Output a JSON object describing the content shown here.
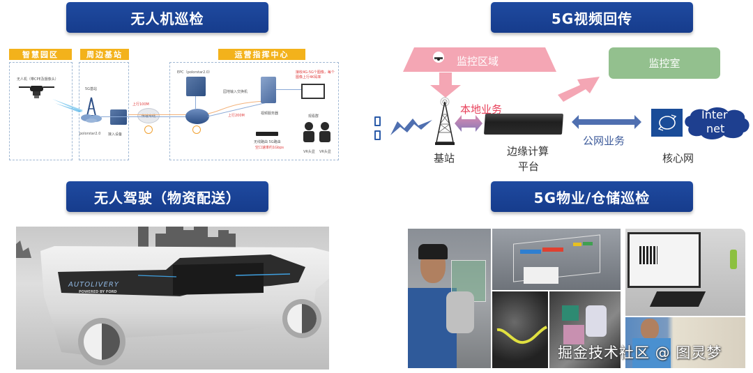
{
  "panels": {
    "drone_inspection": {
      "title": "无人机巡检",
      "sections": [
        {
          "label": "智慧园区"
        },
        {
          "label": "周边基站"
        },
        {
          "label": "运营指挥中心"
        }
      ],
      "labels": {
        "drone": "无人机（带CPE及摄像头）",
        "gnb": "5G基站",
        "polorstar": "polorstar2.0",
        "access_device": "接入设备",
        "uplink_1": "上行100M",
        "transport": "传输专线",
        "epc": "EPC（polorstar2.0）",
        "local_switch": "园地输入交换机",
        "uplink_2": "上行200M",
        "video_server": "视频服务器",
        "screen_note": "接收4G-5G个图像，每个图像上行4K码率",
        "observers": "观看群",
        "wireless_router": "无线路由 5G路由",
        "downlink_note": "空口速率约1Gbps",
        "vr_1": "VR头显",
        "vr_2": "VR头显"
      }
    },
    "video_backhaul": {
      "title": "5G视频回传",
      "monitor_area": "监控区域",
      "monitor_room": "监控室",
      "local_service": "本地业务",
      "base_station": "基站",
      "edge_platform_line1": "边缘计算",
      "edge_platform_line2": "平台",
      "public_service": "公网业务",
      "core_network": "核心网",
      "internet_line1": "Inter",
      "internet_line2": "net",
      "colors": {
        "monitor_area": "#f4a6b4",
        "monitor_room": "#93c08e",
        "arrow_blue": "#4f6fb0",
        "internet_cloud": "#1e3f8f",
        "core_box": "#1a4c98"
      }
    },
    "autonomous_driving": {
      "title": "无人驾驶（物资配送）",
      "vehicle_brand": "AUTOLIVERY",
      "vehicle_sub": "POWERED BY FORD"
    },
    "property_inspection": {
      "title": "5G物业/仓储巡检",
      "watermark": "掘金技术社区 @ 图灵梦"
    }
  },
  "colors": {
    "banner": "#1a429a",
    "section_tag": "#f3b21b",
    "red_text": "#e03b3b"
  }
}
